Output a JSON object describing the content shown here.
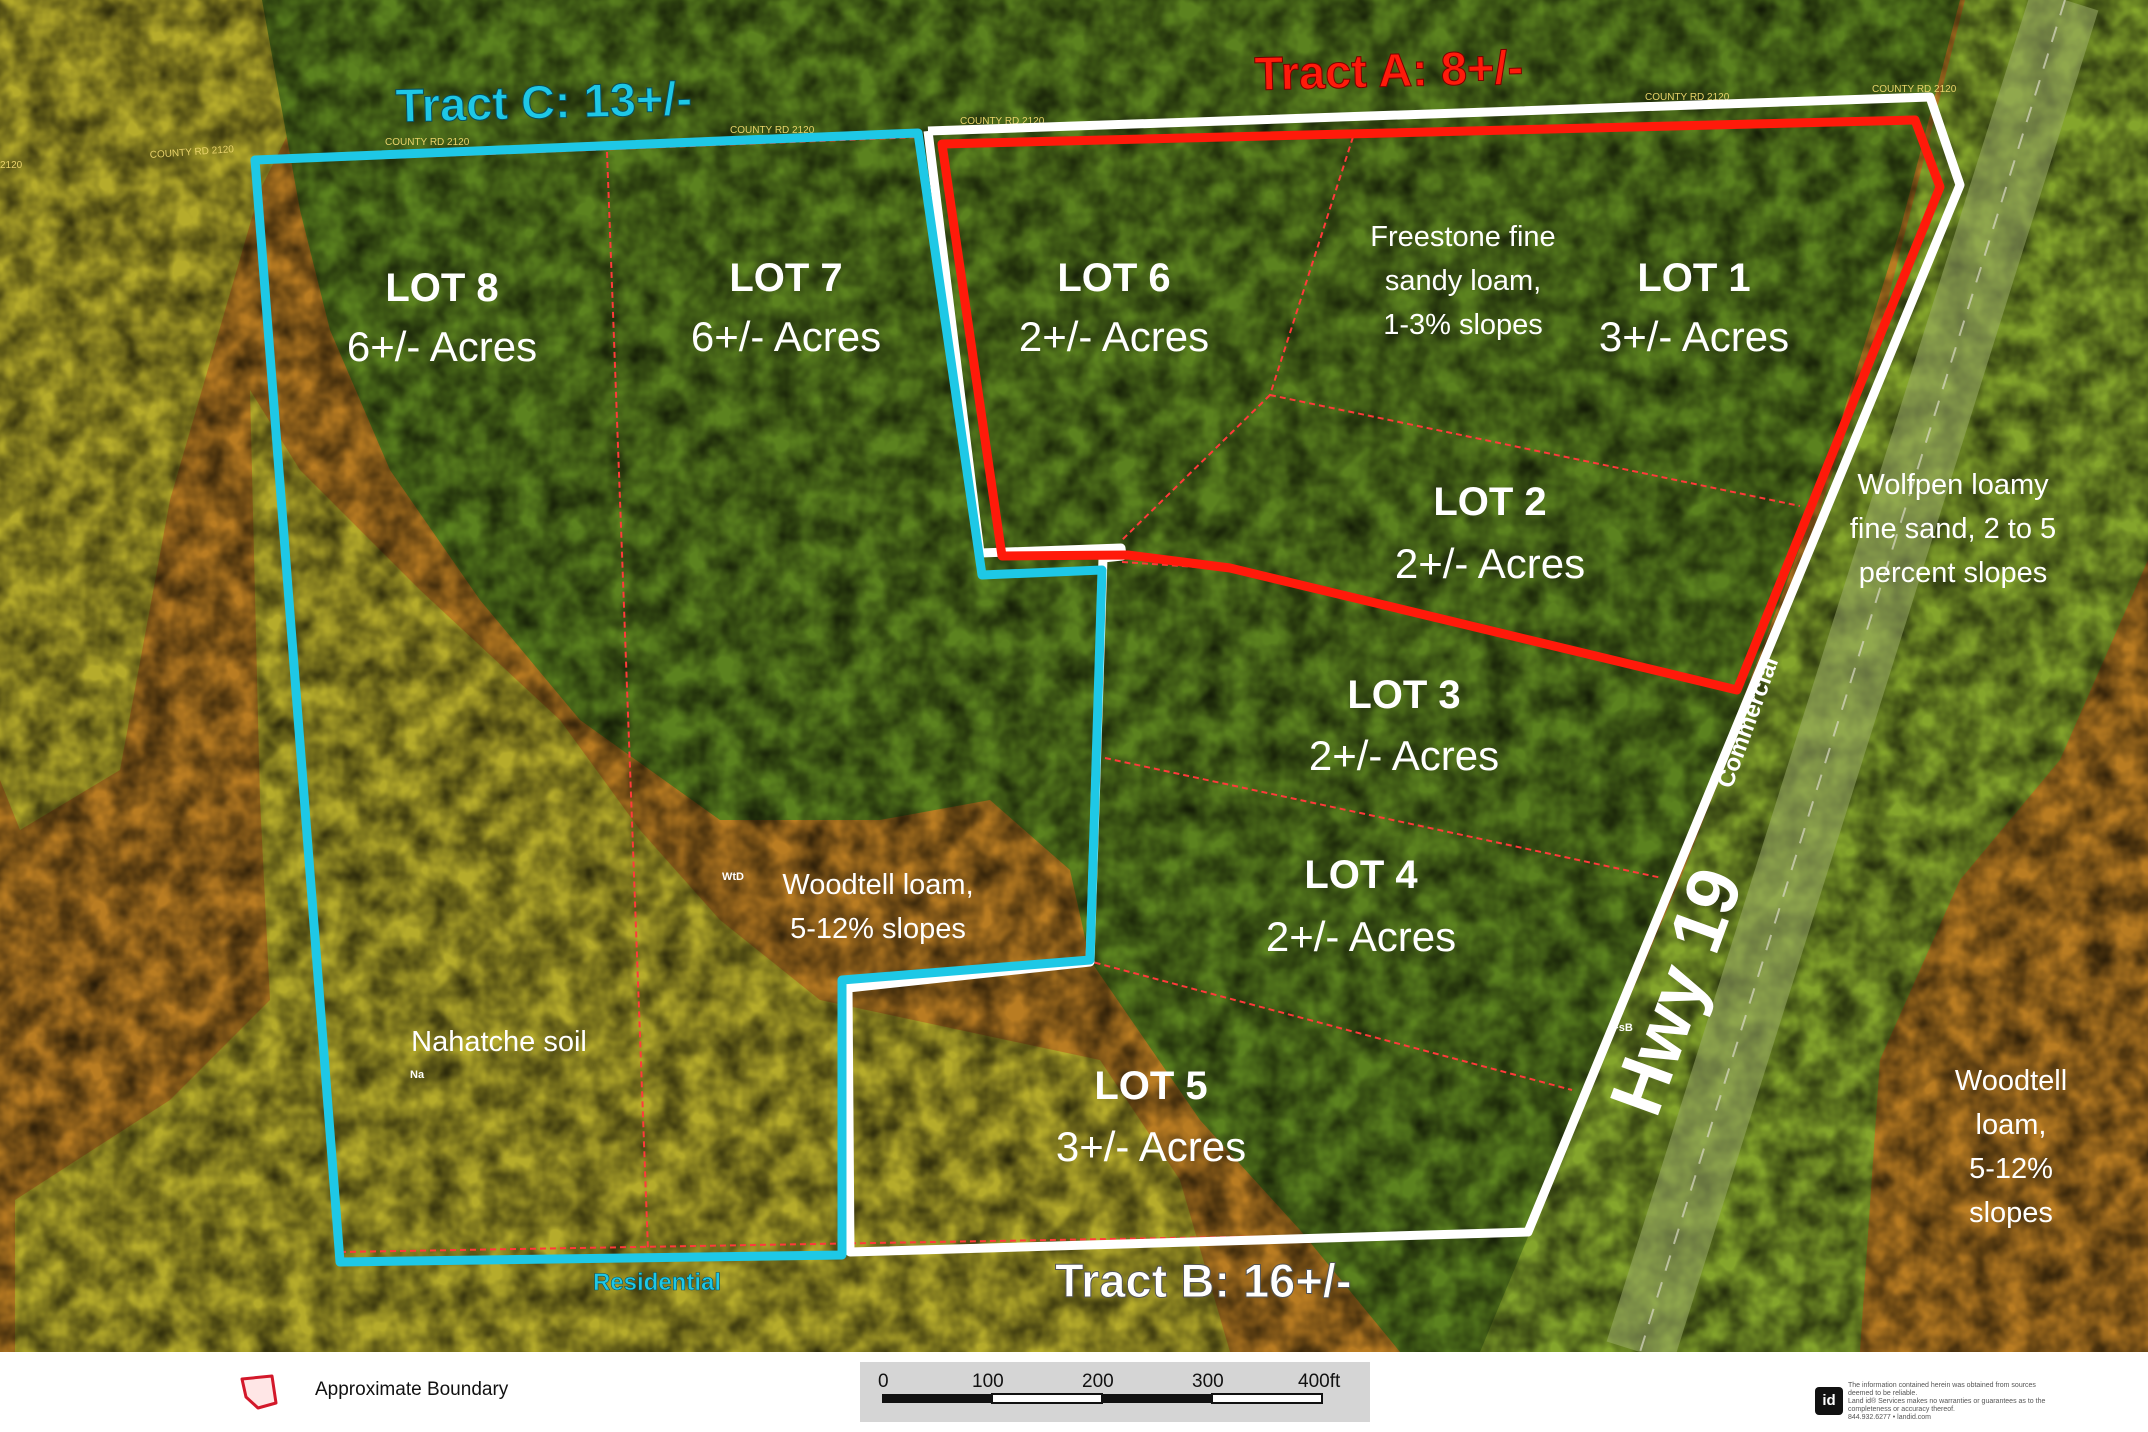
{
  "colors": {
    "soil_yellow": "#b5ab2b",
    "soil_orange": "#b97c22",
    "soil_green": "#5b821f",
    "commercial_green": "#84a52c",
    "tract_a": "#ff1a0a",
    "tract_b": "#ffffff",
    "tract_c": "#1ec8e6",
    "lot_line": "#ff3a3a"
  },
  "tracts": {
    "a": "Tract A: 8+/-",
    "b": "Tract B: 16+/-",
    "c": "Tract C: 13+/-"
  },
  "lots": [
    {
      "name": "LOT 1",
      "area": "3+/- Acres"
    },
    {
      "name": "LOT 2",
      "area": "2+/- Acres"
    },
    {
      "name": "LOT 3",
      "area": "2+/- Acres"
    },
    {
      "name": "LOT 4",
      "area": "2+/- Acres"
    },
    {
      "name": "LOT 5",
      "area": "3+/- Acres"
    },
    {
      "name": "LOT 6",
      "area": "2+/- Acres"
    },
    {
      "name": "LOT 7",
      "area": "6+/- Acres"
    },
    {
      "name": "LOT 8",
      "area": "6+/- Acres"
    }
  ],
  "soils": {
    "freestone": [
      "Freestone fine",
      "sandy loam,",
      "1-3% slopes"
    ],
    "wolfpen": [
      "Wolfpen loamy",
      "fine sand, 2 to 5",
      "percent slopes"
    ],
    "woodtell_center": [
      "Woodtell loam,",
      "5-12% slopes"
    ],
    "woodtell_right": [
      "Woodtell",
      "loam,",
      "5-12%",
      "slopes"
    ],
    "nahatche": "Nahatche soil",
    "code_wtd": "WtD",
    "code_na": "Na",
    "code_fsb": "FsB"
  },
  "roads": {
    "highway": "Hwy 19",
    "county_road": "COUNTY RD 2120",
    "county_road_short": "2120"
  },
  "zoning": {
    "commercial": "Commercial",
    "residential": "Residential"
  },
  "legend": {
    "boundary_label": "Approximate Boundary",
    "scale_ticks": [
      "0",
      "100",
      "200",
      "300",
      "400ft"
    ],
    "brand": "id",
    "disclaimer": [
      "The information contained herein was obtained from sources",
      "deemed to be reliable.",
      "Land id® Services makes no warranties or guarantees as to the",
      "completeness or accuracy thereof.",
      "844.932.6277 • landid.com"
    ]
  }
}
